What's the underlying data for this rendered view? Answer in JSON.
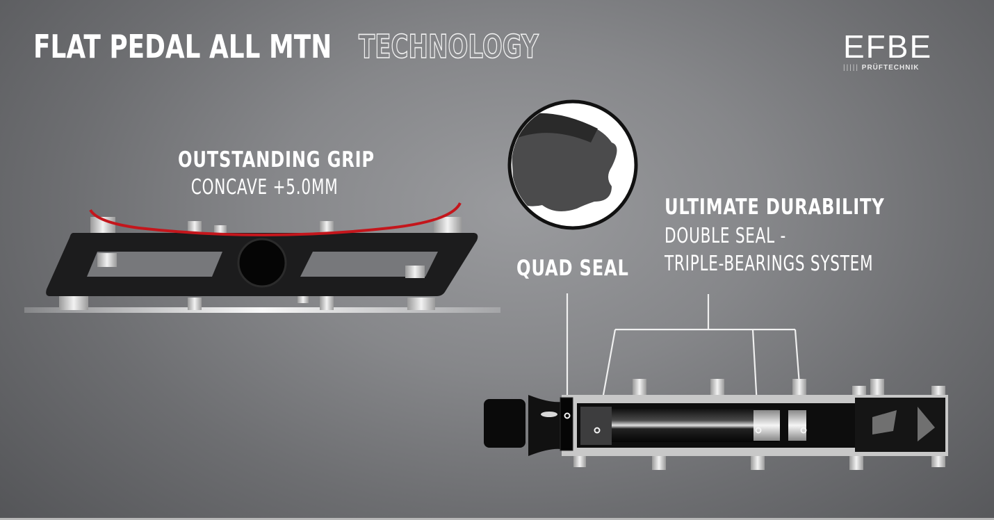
{
  "title": {
    "solid": "FLAT PEDAL ALL MTN",
    "outline": "TECHNOLOGY"
  },
  "logo": {
    "brand": "EFBE",
    "ticks": "|||||",
    "subtitle": "PRÜFTECHNIK"
  },
  "features": {
    "grip": {
      "heading": "OUTSTANDING GRIP",
      "detail": "CONCAVE +5.0MM",
      "accent_color": "#c4161c"
    },
    "durability": {
      "heading": "ULTIMATE DURABILITY",
      "detail_line1": "DOUBLE SEAL -",
      "detail_line2": "TRIPLE-BEARINGS SYSTEM"
    },
    "seal": {
      "heading": "QUAD SEAL"
    }
  },
  "colors": {
    "background_center": "#9a9b9e",
    "background_edge": "#545558",
    "text": "#ffffff",
    "pedal_body": "#1a1a1a",
    "pin_metal": "#d9d9d9"
  }
}
